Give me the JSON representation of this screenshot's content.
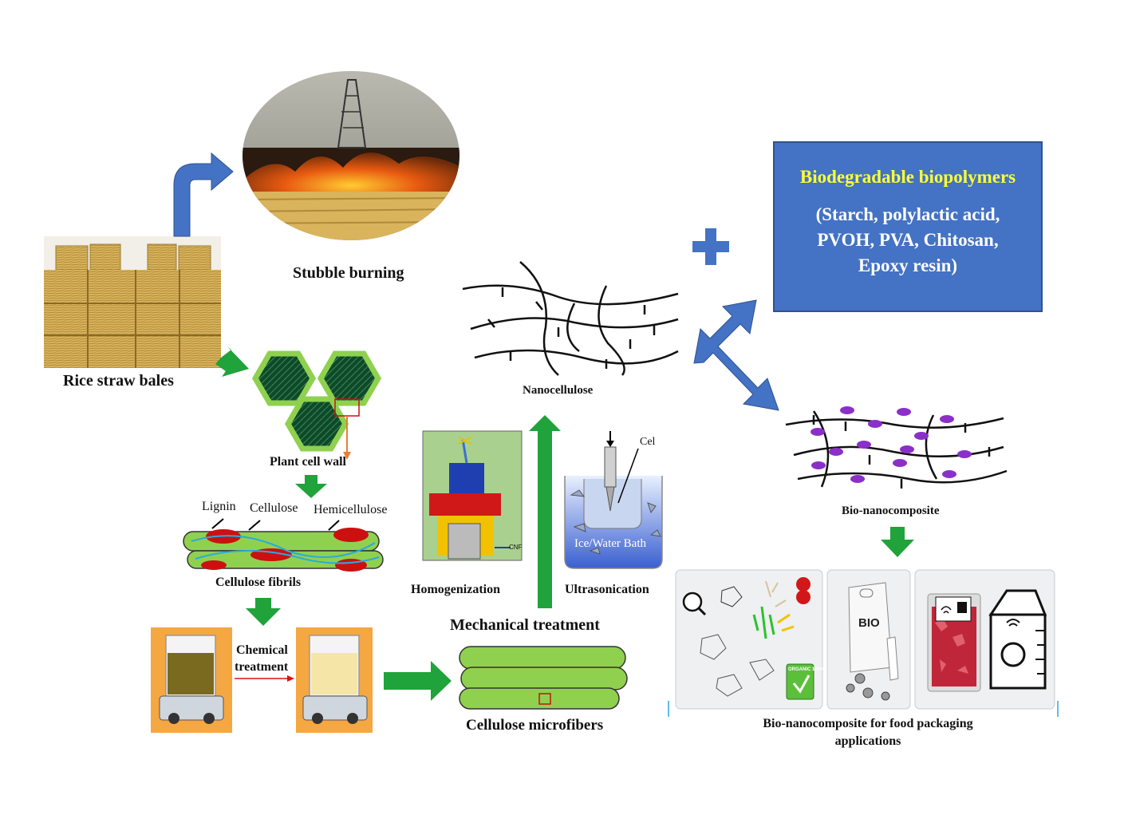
{
  "labels": {
    "stubble_burning": "Stubble burning",
    "rice_straw_bales": "Rice straw bales",
    "plant_cell_wall": "Plant cell wall",
    "lignin": "Lignin",
    "cellulose": "Cellulose",
    "hemicellulose": "Hemicellulose",
    "cellulose_fibrils": "Cellulose fibrils",
    "chemical": "Chemical",
    "treatment": "treatment",
    "cellulose_microfibers": "Cellulose microfibers",
    "homogenization": "Homogenization",
    "ultrasonication": "Ultrasonication",
    "mechanical_treatment": "Mechanical treatment",
    "nanocellulose": "Nanocellulose",
    "bio_nanocomposite": "Bio-nanocomposite",
    "food_packaging_line1": "Bio-nanocomposite for food packaging",
    "food_packaging_line2": "applications",
    "ice_water_bath": "Ice/Water Bath",
    "cell_tag": "Cel",
    "bio_bag": "BIO",
    "cnf_tag": "CNF",
    "organic_badge": "ORGANIC 100%"
  },
  "biopolymer_box": {
    "title": "Biodegradable biopolymers",
    "lines": [
      "(Starch, polylactic acid,",
      "PVOH, PVA, Chitosan,",
      "Epoxy resin)"
    ]
  },
  "colors": {
    "arrow_green": "#1fa33a",
    "arrow_blue": "#4472c4",
    "box_blue": "#4472c4",
    "title_yellow": "#ffff33",
    "fiber_green": "#8fd14f",
    "lignin_red": "#cc1010",
    "particle_purple": "#8b2fc9"
  }
}
